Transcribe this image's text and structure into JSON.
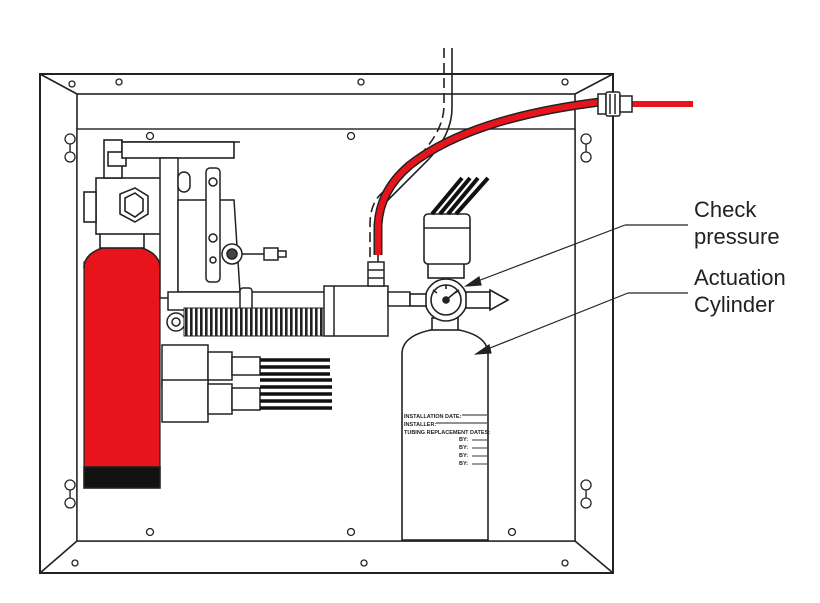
{
  "callouts": {
    "check_pressure": {
      "line1": "Check",
      "line2": "pressure"
    },
    "actuation_cylinder": {
      "line1": "Actuation",
      "line2": "Cylinder"
    }
  },
  "cylinder_tag": {
    "installation_date": "INSTALLATION DATE:",
    "installer": "INSTALLER:",
    "tubing_dates": "TUBING REPLACEMENT DATES:",
    "by_label": "BY:"
  },
  "colors": {
    "hose_red": "#e8141c",
    "agent_cylinder_red": "#e8141c",
    "outline": "#222222",
    "panel_fill": "#ffffff",
    "cylinder_base": "#111111"
  }
}
